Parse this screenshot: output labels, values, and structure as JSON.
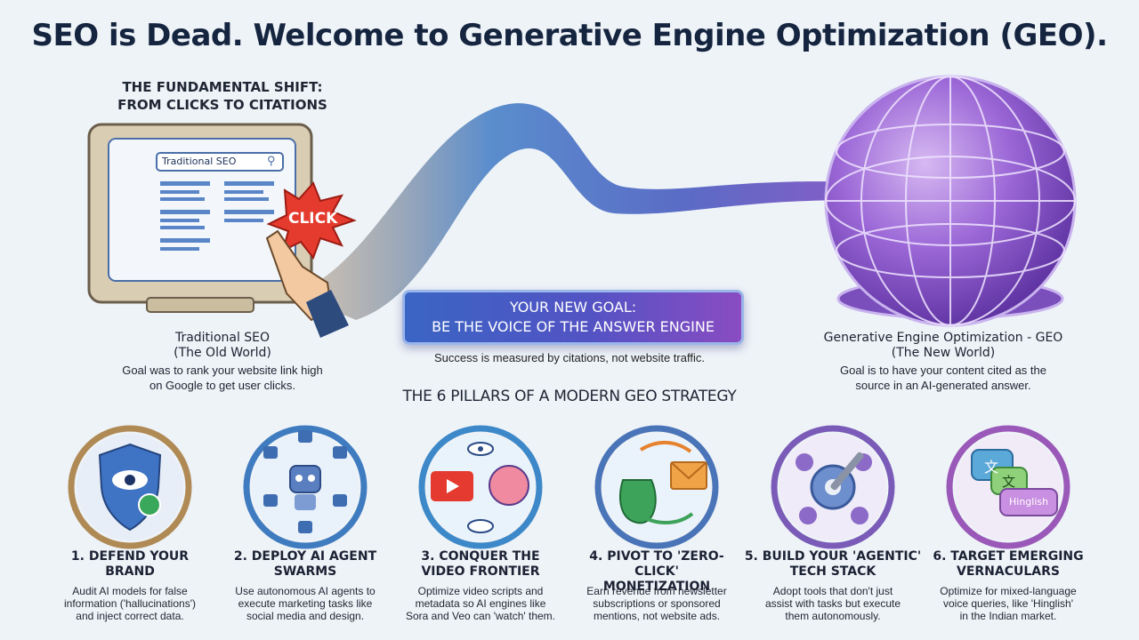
{
  "title": "SEO is Dead. Welcome to Generative Engine Optimization (GEO).",
  "shift": {
    "line1": "The Fundamental Shift:",
    "line2": "From Clicks to Citations"
  },
  "old_world": {
    "search_label": "Traditional SEO",
    "click_label": "CLICK",
    "heading1": "Traditional SEO",
    "heading2": "(The Old World)",
    "desc1": "Goal was to rank your website link high",
    "desc2": "on Google to get user clicks."
  },
  "goal": {
    "line1": "YOUR NEW GOAL:",
    "line2": "BE THE VOICE OF THE ANSWER ENGINE",
    "sub": "Success is measured by citations, not website traffic."
  },
  "new_world": {
    "heading1": "Generative Engine Optimization - GEO",
    "heading2": "(The New World)",
    "desc1": "Goal is to have your content cited as the",
    "desc2": "source in an AI-generated answer."
  },
  "pillars_title": "THE 6 PILLARS OF A MODERN GEO STRATEGY",
  "pillars": [
    {
      "t1": "1. DEFEND YOUR",
      "t2": "BRAND",
      "d1": "Audit AI models for false",
      "d2": "information ('hallucinations')",
      "d3": "and inject correct data.",
      "ring": "#b08a55",
      "icon": "shield-eye-icon"
    },
    {
      "t1": "2. DEPLOY AI AGENT",
      "t2": "SWARMS",
      "d1": "Use autonomous AI agents to",
      "d2": "execute marketing tasks like",
      "d3": "social media and design.",
      "ring": "#3f7bbf",
      "icon": "robot-network-icon"
    },
    {
      "t1": "3. CONQUER THE",
      "t2": "VIDEO FRONTIER",
      "d1": "Optimize video scripts and",
      "d2": "metadata so AI engines like",
      "d3": "Sora and Veo can 'watch' them.",
      "ring": "#3d88c8",
      "icon": "video-brain-icon"
    },
    {
      "t1": "4. PIVOT TO 'ZERO-CLICK'",
      "t2": "MONETIZATION",
      "d1": "Earn revenue from newsletter",
      "d2": "subscriptions or sponsored",
      "d3": "mentions, not website ads.",
      "ring": "#4a74b8",
      "icon": "money-newsletter-icon"
    },
    {
      "t1": "5. BUILD YOUR 'AGENTIC'",
      "t2": "TECH STACK",
      "d1": "Adopt tools that don't just",
      "d2": "assist with tasks but execute",
      "d3": "them autonomously.",
      "ring": "#7a5bb8",
      "icon": "gear-tools-icon"
    },
    {
      "t1": "6. TARGET EMERGING",
      "t2": "VERNACULARS",
      "d1": "Optimize for mixed-language",
      "d2": "voice queries, like 'Hinglish'",
      "d3": "in the Indian market.",
      "ring": "#9a58b8",
      "icon": "language-bubbles-icon",
      "bubble1": "文",
      "bubble2": "文",
      "bubble3": "Hinglish"
    }
  ]
}
